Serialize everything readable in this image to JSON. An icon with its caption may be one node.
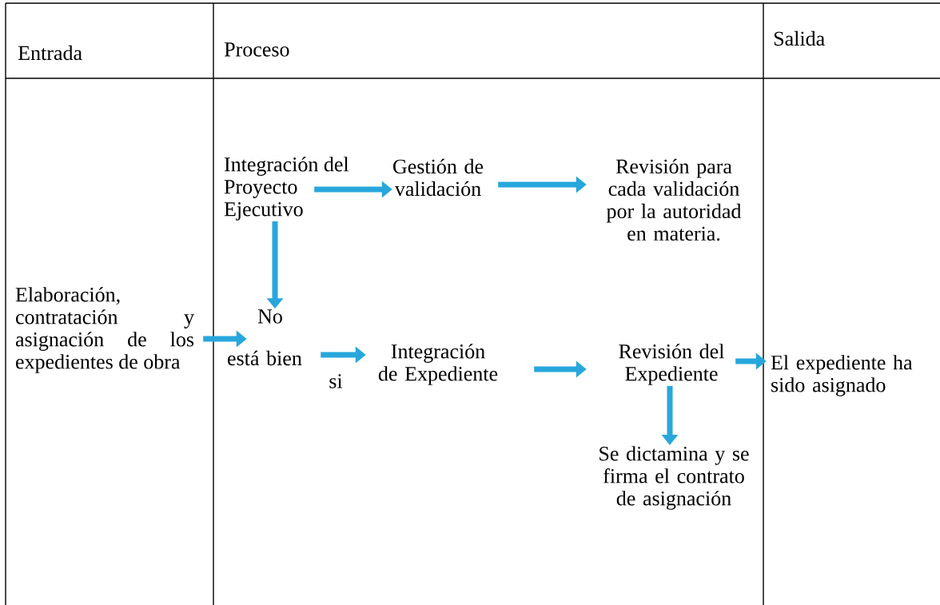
{
  "diagram": {
    "nodes": [
      {
        "text": [
          "Elaboración, contratación y asignación de los expedientes de obra"
        ]
      },
      {
        "text": [
          "Integración del Proyecto Ejecutivo"
        ]
      },
      {
        "text": [
          "Gestión de validación"
        ]
      },
      {
        "text": [
          "Revisión para cada validación por la autoridad en materia."
        ]
      },
      {
        "text": [
          "No"
        ]
      },
      {
        "text": [
          "está bien"
        ]
      },
      {
        "text": [
          "Integración de Expediente"
        ]
      },
      {
        "text": [
          "Revisión del Expediente"
        ]
      },
      {
        "text": [
          "Se dictamina y se firma el contrato de asignación"
        ]
      },
      {
        "text": [
          "El expediente ha sido asignado"
        ]
      }
    ],
    "edges": [
      {
        "from": 1,
        "to": 2,
        "arrow": "to"
      },
      {
        "from": 2,
        "to": 3,
        "arrow": "to"
      },
      {
        "from": 1,
        "to": 4,
        "arrow": "to"
      },
      {
        "from": 0,
        "to": 5,
        "arrow": "to"
      },
      {
        "from": 5,
        "to": 6,
        "arrow": "to",
        "label": "si"
      },
      {
        "from": 6,
        "to": 7,
        "arrow": "to"
      },
      {
        "from": 7,
        "to": 9,
        "arrow": "to"
      },
      {
        "from": 7,
        "to": 8,
        "arrow": "to"
      }
    ],
    "labels": [
      "Entrada",
      "Proceso",
      "Salida"
    ]
  }
}
